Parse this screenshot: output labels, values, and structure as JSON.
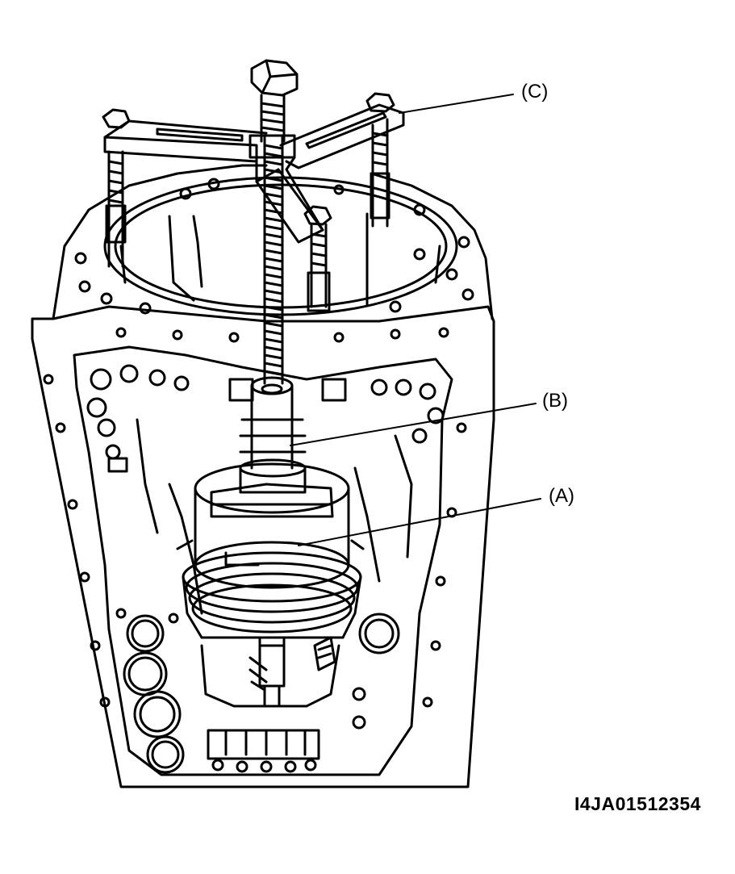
{
  "callouts": {
    "c": "(C)",
    "b": "(B)",
    "a": "(A)"
  },
  "figure_code": "I4JA01512354",
  "colors": {
    "ink": "#000000",
    "paper": "#ffffff"
  }
}
